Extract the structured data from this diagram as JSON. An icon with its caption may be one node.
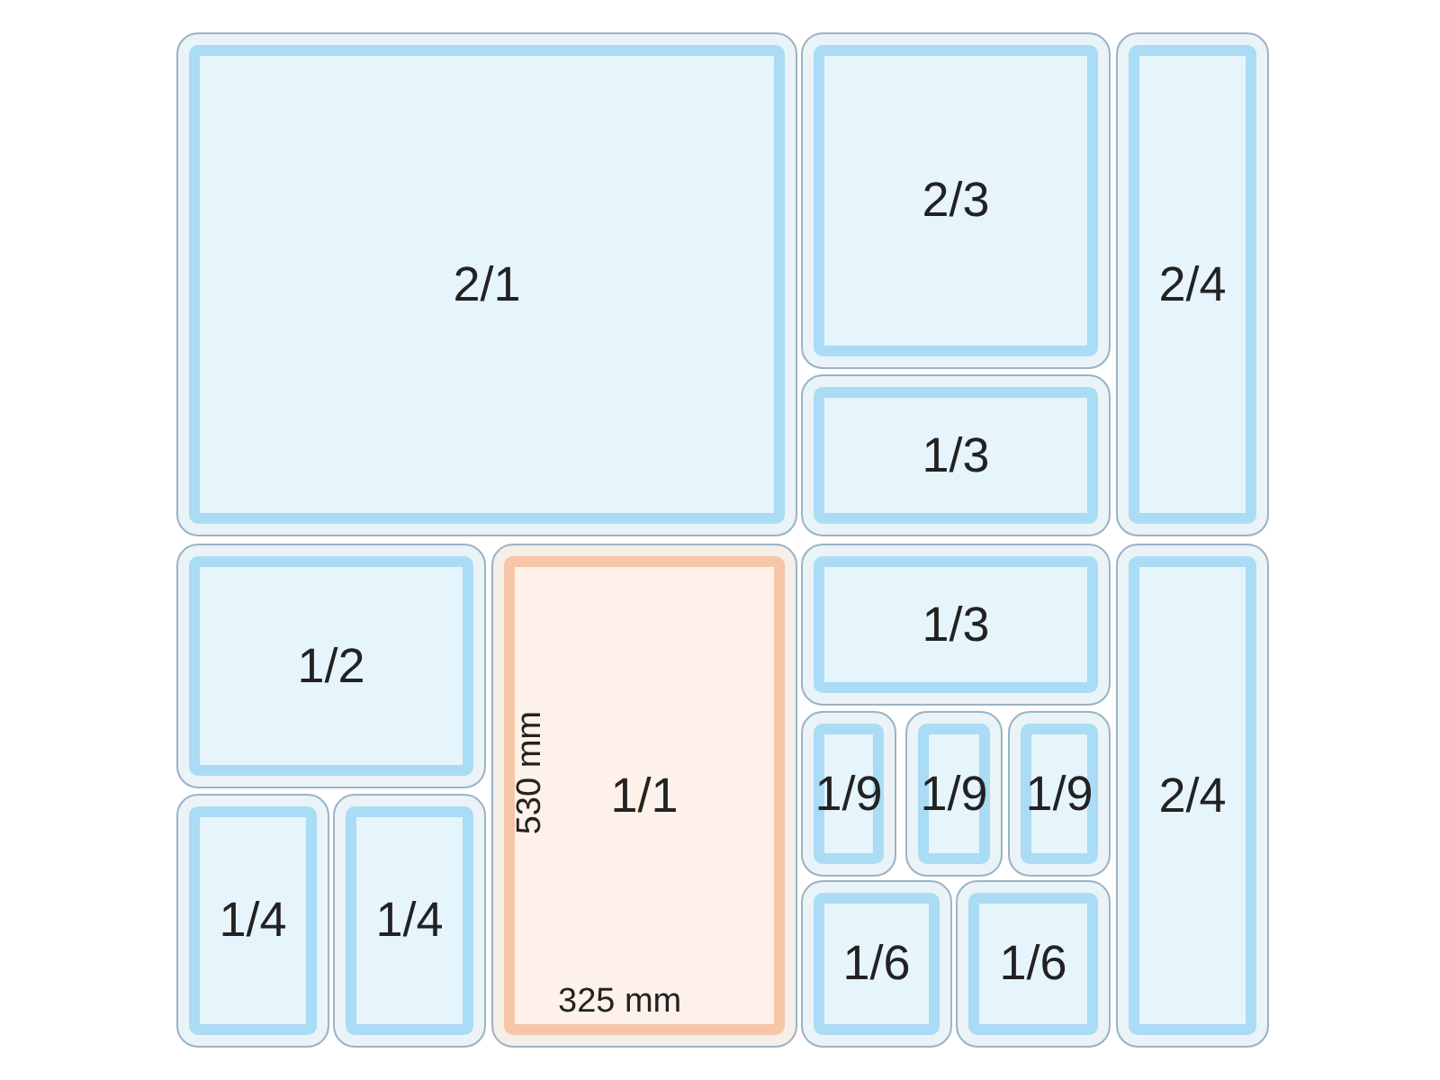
{
  "diagram": {
    "nodes": [
      {
        "text": [
          "2/1"
        ]
      },
      {
        "text": [
          "2/3"
        ]
      },
      {
        "text": [
          "2/4"
        ]
      },
      {
        "text": [
          "1/3"
        ]
      },
      {
        "text": [
          "1/2"
        ]
      },
      {
        "text": [
          "1/1"
        ]
      },
      {
        "text": [
          "1/3"
        ]
      },
      {
        "text": [
          "2/4"
        ]
      },
      {
        "text": [
          "1/9"
        ]
      },
      {
        "text": [
          "1/9"
        ]
      },
      {
        "text": [
          "1/9"
        ]
      },
      {
        "text": [
          "1/4"
        ]
      },
      {
        "text": [
          "1/4"
        ]
      },
      {
        "text": [
          "1/6"
        ]
      },
      {
        "text": [
          "1/6"
        ]
      }
    ],
    "labels": [
      "530 mm",
      "325 mm"
    ]
  }
}
